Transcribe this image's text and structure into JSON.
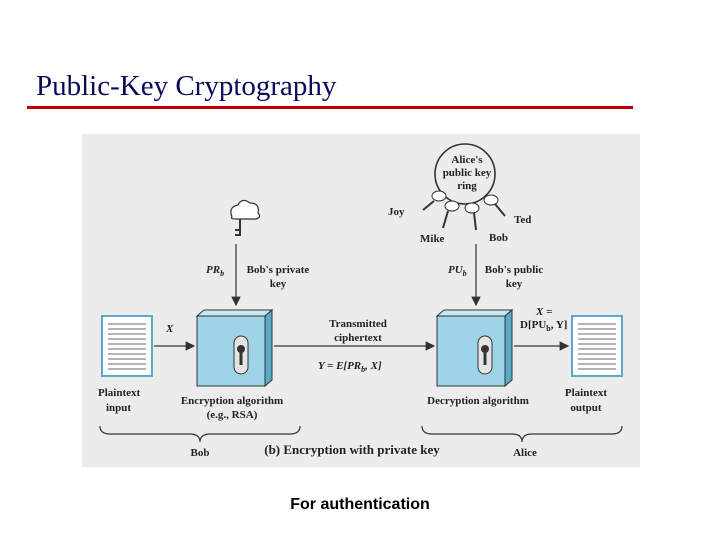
{
  "slide": {
    "title": "Public-Key Cryptography",
    "caption": "For authentication"
  },
  "figure": {
    "ring_label": [
      "Alice's",
      "public key",
      "ring"
    ],
    "key_owners": {
      "joy": "Joy",
      "mike": "Mike",
      "bob": "Bob",
      "ted": "Ted"
    },
    "private_key_symbol": "PR",
    "private_key_subscript": "b",
    "private_key_label": [
      "Bob's private",
      "key"
    ],
    "public_key_symbol": "PU",
    "public_key_subscript": "b",
    "public_key_label": [
      "Bob's public",
      "key"
    ],
    "input_var": "X",
    "output_var_top": "X =",
    "output_var_bottom": "D[PU",
    "output_var_bottom_sub": "b",
    "output_var_bottom_end": ", Y]",
    "transmitted_label": [
      "Transmitted",
      "ciphertext"
    ],
    "cipher_formula_start": "Y = E[PR",
    "cipher_formula_sub": "b",
    "cipher_formula_end": ", X]",
    "plaintext_input": [
      "Plaintext",
      "input"
    ],
    "plaintext_output": [
      "Plaintext",
      "output"
    ],
    "encryption_algorithm": [
      "Encryption algorithm",
      "(e.g., RSA)"
    ],
    "decryption_algorithm": "Decryption algorithm",
    "bob_brace_label": "Bob",
    "alice_brace_label": "Alice",
    "subfigure_caption": "(b) Encryption with private key"
  },
  "colors": {
    "title": "#0a0a5a",
    "title_rule": "#c00000",
    "figure_background": "#ececec",
    "box_front": "#9ed3e8",
    "box_side": "#5aa9c8",
    "box_top": "#c9e8f4"
  }
}
